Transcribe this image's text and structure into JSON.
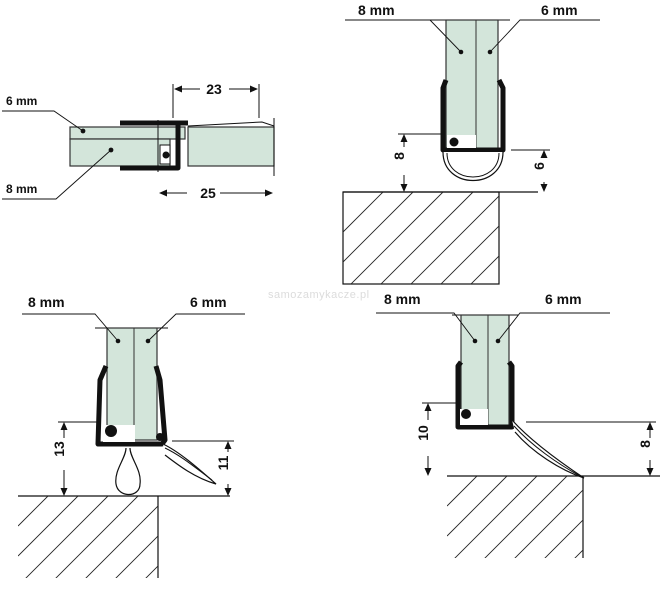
{
  "watermark": "samozamykacze.pl",
  "diagrams": [
    {
      "id": "top-left",
      "labels": {
        "glass_a": "6 mm",
        "glass_b": "8 mm"
      },
      "dimensions": {
        "top": "23",
        "bottom": "25"
      }
    },
    {
      "id": "top-right",
      "labels": {
        "glass_a": "8 mm",
        "glass_b": "6 mm"
      },
      "dimensions": {
        "left": "8",
        "right": "6"
      }
    },
    {
      "id": "bottom-left",
      "labels": {
        "glass_a": "8 mm",
        "glass_b": "6 mm"
      },
      "dimensions": {
        "left": "13",
        "right": "11"
      }
    },
    {
      "id": "bottom-right",
      "labels": {
        "glass_a": "8 mm",
        "glass_b": "6 mm"
      },
      "dimensions": {
        "left": "10",
        "right": "8"
      }
    }
  ]
}
